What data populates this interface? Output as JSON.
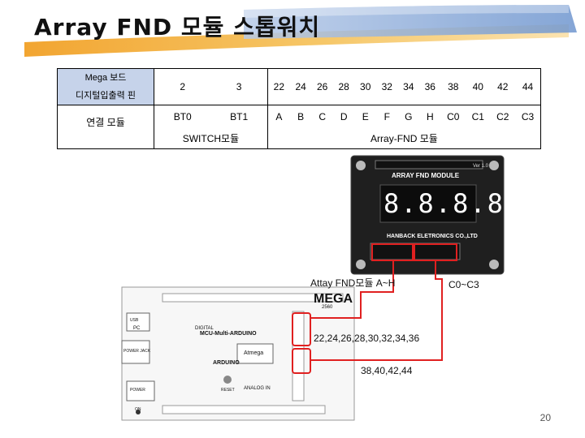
{
  "slide": {
    "title": "Array FND 모듈 스톱워치",
    "page_number": "20"
  },
  "table": {
    "row_labels": {
      "board": "Mega 보드",
      "digital_io": "디지털입출력 핀",
      "connect": "연결 모듈"
    },
    "pins": [
      "2",
      "3",
      "22",
      "24",
      "26",
      "28",
      "30",
      "32",
      "34",
      "36",
      "38",
      "40",
      "42",
      "44"
    ],
    "signals": [
      "BT0",
      "BT1",
      "A",
      "B",
      "C",
      "D",
      "E",
      "F",
      "G",
      "H",
      "C0",
      "C1",
      "C2",
      "C3"
    ],
    "modules": {
      "switch": "SWITCH모듈",
      "fnd": "Array-FND 모듈"
    }
  },
  "figure": {
    "fnd_module": {
      "title": "ARRAY FND MODULE",
      "maker": "HANBACK ELETRONICS CO.,LTD",
      "version": "Ver 1.0",
      "digits": "8.8.8.8."
    },
    "board": {
      "brand": "MEGA",
      "model": "2560",
      "name": "MCU-Multi-ARDUINO",
      "chip": "Atmega",
      "logo_text": "ARDUINO",
      "digital": "DIGITAL",
      "analog": "ANALOG IN",
      "power": "POWER",
      "reset": "RESET",
      "left_labels": [
        "PC",
        "USB",
        "POWER JACK",
        "ON"
      ]
    },
    "callouts": {
      "segments": "Attay FND모듈 A~H",
      "commons": "C0~C3",
      "pins_segments": "22,24,26,28,30,32,34,36",
      "pins_commons": "38,40,42,44"
    }
  }
}
